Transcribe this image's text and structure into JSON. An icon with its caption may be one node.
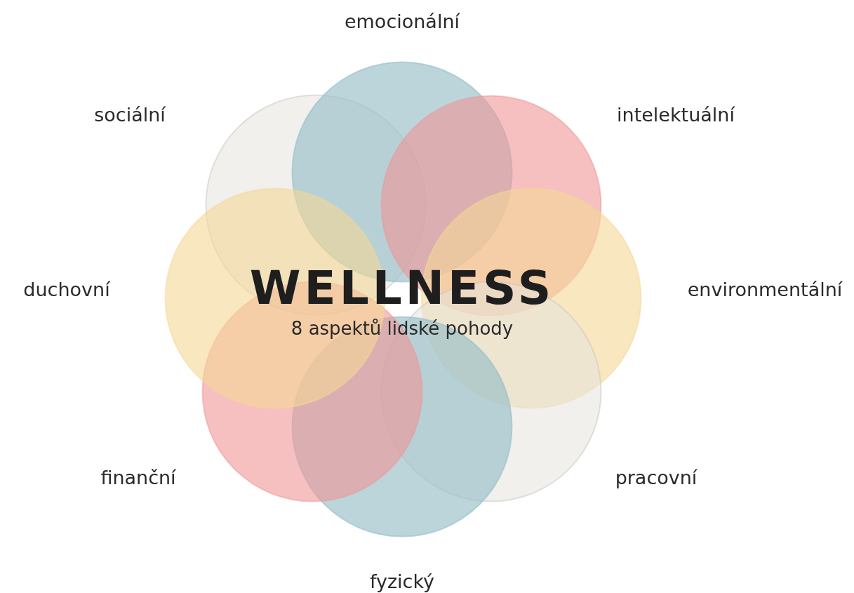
{
  "diagram": {
    "title": "WELLNESS",
    "nodes": [
      {
        "text": [],
        "shape": "circle",
        "beside": [
          "sociální"
        ]
      },
      {
        "text": [],
        "shape": "circle",
        "beside": [
          "emocionální"
        ]
      },
      {
        "text": [],
        "shape": "circle",
        "beside": [
          "intelektuální"
        ]
      },
      {
        "text": [],
        "shape": "circle",
        "beside": [
          "environmentální"
        ]
      },
      {
        "text": [],
        "shape": "circle",
        "beside": [
          "pracovní"
        ]
      },
      {
        "text": [],
        "shape": "circle",
        "beside": [
          "fyzický"
        ]
      },
      {
        "text": [],
        "shape": "circle",
        "beside": [
          "finanční"
        ]
      },
      {
        "text": [],
        "shape": "circle",
        "beside": [
          "duchovní"
        ]
      }
    ],
    "labels": [
      "8 aspektů lidské pohody"
    ]
  }
}
